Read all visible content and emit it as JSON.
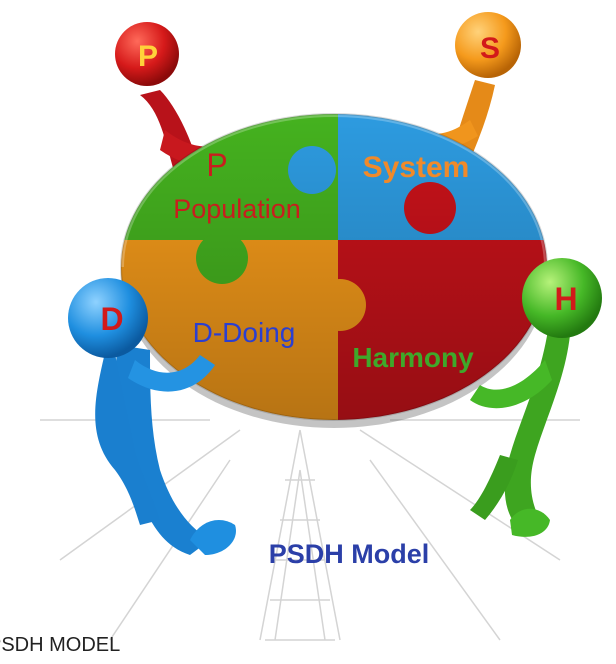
{
  "figure": {
    "model_title": "PSDH Model",
    "caption": "PSDH MODEL"
  },
  "figures": [
    {
      "letter": "P",
      "color": "#d61a1a"
    },
    {
      "letter": "S",
      "color": "#f59a1c"
    },
    {
      "letter": "D",
      "color": "#1f8fe0"
    },
    {
      "letter": "H",
      "color": "#46b827"
    }
  ],
  "pieces": {
    "population": {
      "initial": "P",
      "label": "Population",
      "color": "#45b21f",
      "text_color": "#c81e1e"
    },
    "system": {
      "label": "System",
      "color": "#2d9be0",
      "text_color": "#f08a2a"
    },
    "doing": {
      "label": "D-Doing",
      "color": "#f49a1a",
      "text_color": "#2b3fd0"
    },
    "harmony": {
      "label": "Harmony",
      "color": "#c8121a",
      "text_color": "#3fa82a"
    }
  },
  "colors": {
    "title": "#2b3fa8",
    "watermark": "#cfcfcf"
  }
}
